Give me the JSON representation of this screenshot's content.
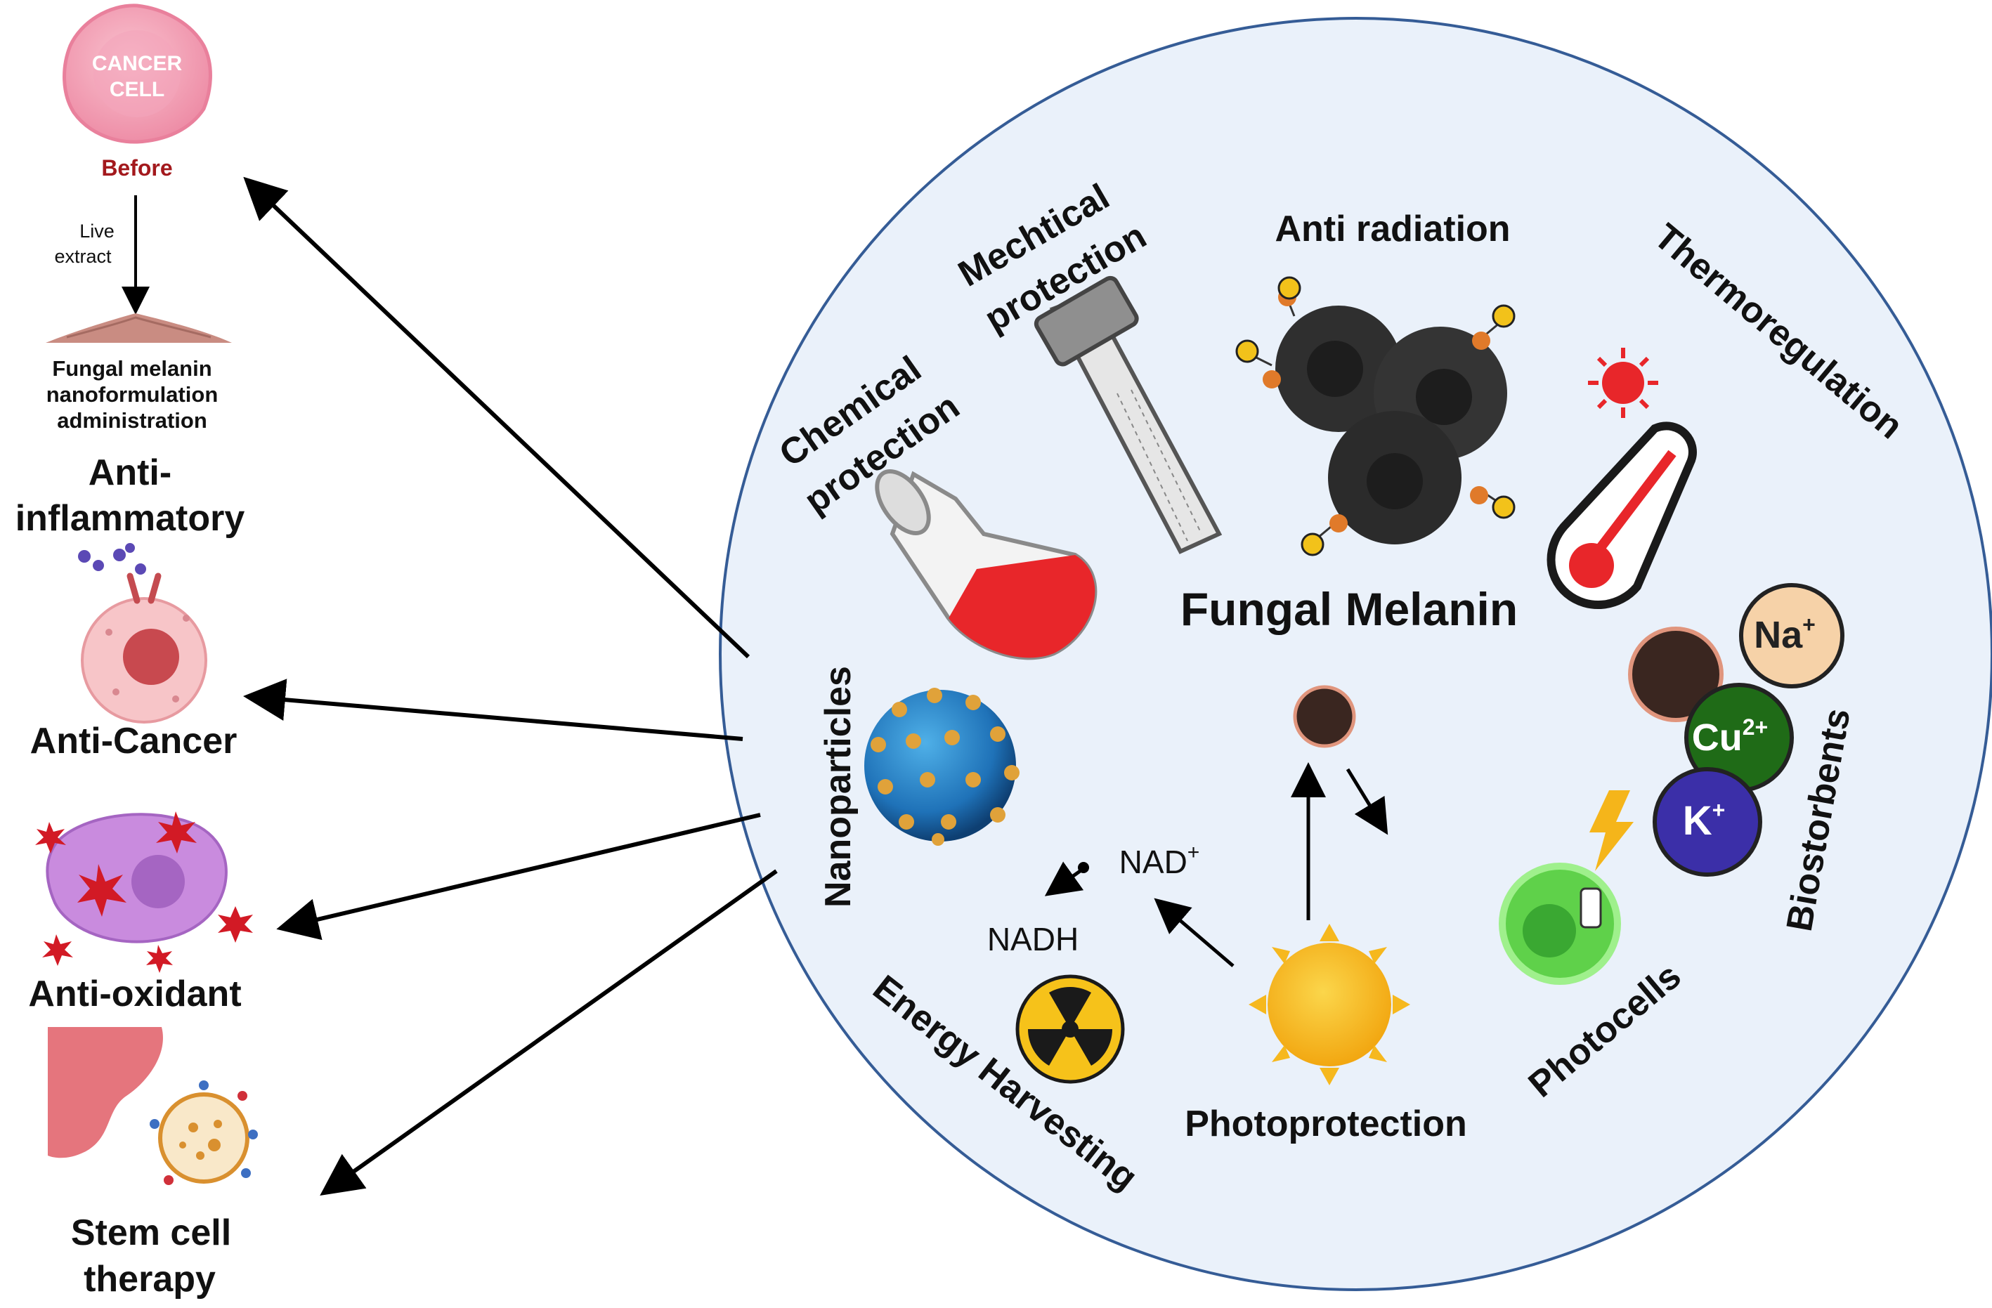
{
  "left_panel": {
    "cancer_cell": {
      "line1": "CANCER",
      "line2": "CELL"
    },
    "before_label": "Before",
    "process_label": {
      "line1": "Live",
      "line2": "extract"
    },
    "formulation": {
      "line1": "Fungal melanin",
      "line2": "nanoformulation",
      "line3": "administration"
    },
    "anti_inflammatory": {
      "line1": "Anti-",
      "line2": "inflammatory"
    },
    "anti_cancer": "Anti-Cancer",
    "anti_oxidant": "Anti-oxidant",
    "stem_cell": {
      "line1": "Stem cell",
      "line2": "therapy"
    }
  },
  "circle": {
    "center_title": "Fungal Melanin",
    "nanoparticles": "Nanoparticles",
    "chemical_protection": {
      "line1": "Chemical",
      "line2": "protection"
    },
    "mechanical_protection": {
      "line1": "Mechtical",
      "line2": "protection"
    },
    "anti_radiation": "Anti radiation",
    "thermoregulation": "Thermoregulation",
    "biosorbents": "Biostorbents",
    "photocells": "Photocells",
    "photoprotection": "Photoprotection",
    "energy_harvesting": "Energy Harvesting",
    "nad_plus": "NAD",
    "nad_plus_sup": "+",
    "nadh": "NADH",
    "ions": {
      "na": "Na",
      "na_sup": "+",
      "cu": "Cu",
      "cu_sup": "2+",
      "k": "K",
      "k_sup": "+"
    }
  },
  "colors": {
    "circle_fill": "#eaf1fa",
    "circle_stroke": "#355c96",
    "melanin": "#2f2f2f",
    "flask_liquid": "#e8262a",
    "thermometer_red": "#e8262a",
    "sun": "#f6b81e",
    "na_ion": "#f6d2a8",
    "cu_ion": "#1f6b17",
    "k_ion": "#3b2fa8",
    "photocell_green": "#5fd14a",
    "cancer_cell_pink": "#f5a0b5",
    "before_red": "#a3191d"
  }
}
